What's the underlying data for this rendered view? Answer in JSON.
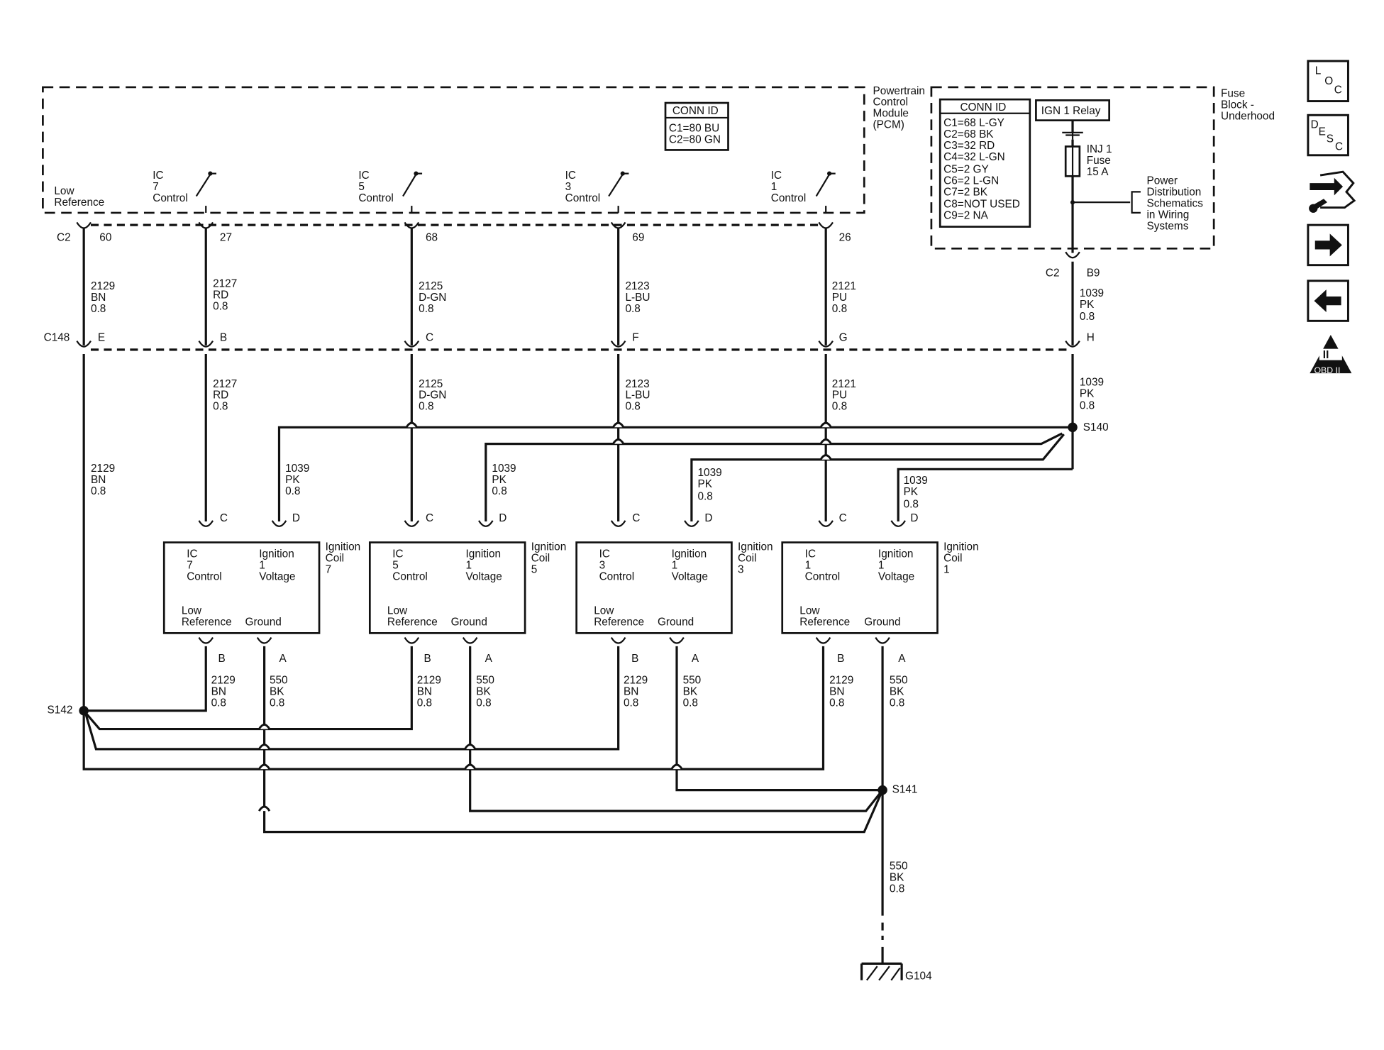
{
  "pcm": {
    "label": [
      "Powertrain",
      "Control",
      "Module",
      "(PCM)"
    ],
    "conn_title": "CONN ID",
    "conn_lines": [
      "C1=80 BU",
      "C2=80 GN"
    ],
    "low_ref": [
      "Low",
      "Reference"
    ],
    "ic7": [
      "IC",
      "7",
      "Control"
    ],
    "ic5": [
      "IC",
      "5",
      "Control"
    ],
    "ic3": [
      "IC",
      "3",
      "Control"
    ],
    "ic1": [
      "IC",
      "1",
      "Control"
    ]
  },
  "fuse_block": {
    "label": [
      "Fuse",
      "Block -",
      "Underhood"
    ],
    "conn_title": "CONN ID",
    "conn_lines": [
      "C1=68 L-GY",
      "C2=68 BK",
      "C3=32 RD",
      "C4=32 L-GN",
      "C5=2 GY",
      "C6=2 L-GN",
      "C7=2 BK",
      "C8=NOT USED",
      "C9=2 NA"
    ],
    "relay": "IGN 1 Relay",
    "fuse": [
      "INJ 1",
      "Fuse",
      "15 A"
    ],
    "power_dist": [
      "Power",
      "Distribution",
      "Schematics",
      "in Wiring",
      "Systems"
    ]
  },
  "connectors": {
    "pcm_conn": "C2",
    "pcm_pins": [
      "60",
      "27",
      "68",
      "69",
      "26"
    ],
    "fuse_conn": "C2",
    "fuse_pin": "B9",
    "inline_conn": "C148",
    "inline_pins": [
      "E",
      "B",
      "C",
      "F",
      "G",
      "H"
    ]
  },
  "wires": {
    "w2129_upper": [
      "2129",
      "BN",
      "0.8"
    ],
    "w2127": [
      "2127",
      "RD",
      "0.8"
    ],
    "w2125": [
      "2125",
      "D-GN",
      "0.8"
    ],
    "w2123": [
      "2123",
      "L-BU",
      "0.8"
    ],
    "w2121": [
      "2121",
      "PU",
      "0.8"
    ],
    "w1039": [
      "1039",
      "PK",
      "0.8"
    ],
    "w2129_lower": [
      "2129",
      "BN",
      "0.8"
    ],
    "w2129_short": [
      "2129",
      "BN",
      "0.8"
    ],
    "w550": [
      "550",
      "BK",
      "0.8"
    ]
  },
  "coils": [
    {
      "ic": [
        "IC",
        "7",
        "Control"
      ],
      "ign": [
        "Ignition",
        "1",
        "Voltage"
      ],
      "low": [
        "Low",
        "Reference"
      ],
      "gnd": "Ground",
      "name": [
        "Ignition",
        "Coil",
        "7"
      ]
    },
    {
      "ic": [
        "IC",
        "5",
        "Control"
      ],
      "ign": [
        "Ignition",
        "1",
        "Voltage"
      ],
      "low": [
        "Low",
        "Reference"
      ],
      "gnd": "Ground",
      "name": [
        "Ignition",
        "Coil",
        "5"
      ]
    },
    {
      "ic": [
        "IC",
        "3",
        "Control"
      ],
      "ign": [
        "Ignition",
        "1",
        "Voltage"
      ],
      "low": [
        "Low",
        "Reference"
      ],
      "gnd": "Ground",
      "name": [
        "Ignition",
        "Coil",
        "3"
      ]
    },
    {
      "ic": [
        "IC",
        "1",
        "Control"
      ],
      "ign": [
        "Ignition",
        "1",
        "Voltage"
      ],
      "low": [
        "Low",
        "Reference"
      ],
      "gnd": "Ground",
      "name": [
        "Ignition",
        "Coil",
        "1"
      ]
    }
  ],
  "coil_pins": {
    "top": [
      "C",
      "D"
    ],
    "bottom": [
      "B",
      "A"
    ]
  },
  "splices": {
    "s140": "S140",
    "s141": "S141",
    "s142": "S142"
  },
  "ground": "G104",
  "nav": {
    "loc": [
      "L",
      "O",
      "C"
    ],
    "desc": [
      "D",
      "E",
      "S",
      "C"
    ],
    "obd": [
      "II",
      "OBD II"
    ]
  }
}
